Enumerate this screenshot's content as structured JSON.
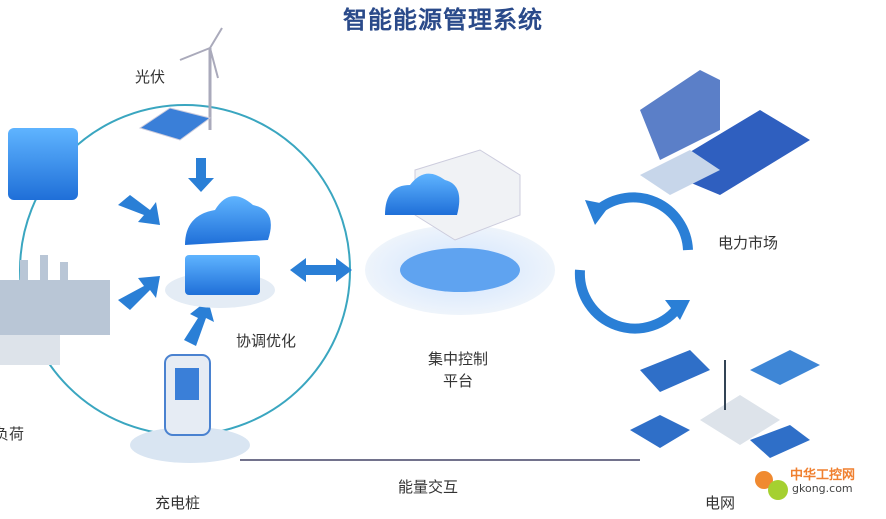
{
  "title": "智能能源管理系统",
  "labels": {
    "pv": "光伏",
    "coordination": "协调优化",
    "platform_line1": "集中控制",
    "platform_line2": "平台",
    "market": "电力市场",
    "grid": "电网",
    "charging": "充电桩",
    "load": "负荷",
    "energy_exchange": "能量交互"
  },
  "watermark": {
    "cn": "中华工控网",
    "en": "gkong.com"
  },
  "colors": {
    "accent": "#2a7fd6",
    "circle": "#3aa6c0",
    "title": "#2a4a8a"
  }
}
